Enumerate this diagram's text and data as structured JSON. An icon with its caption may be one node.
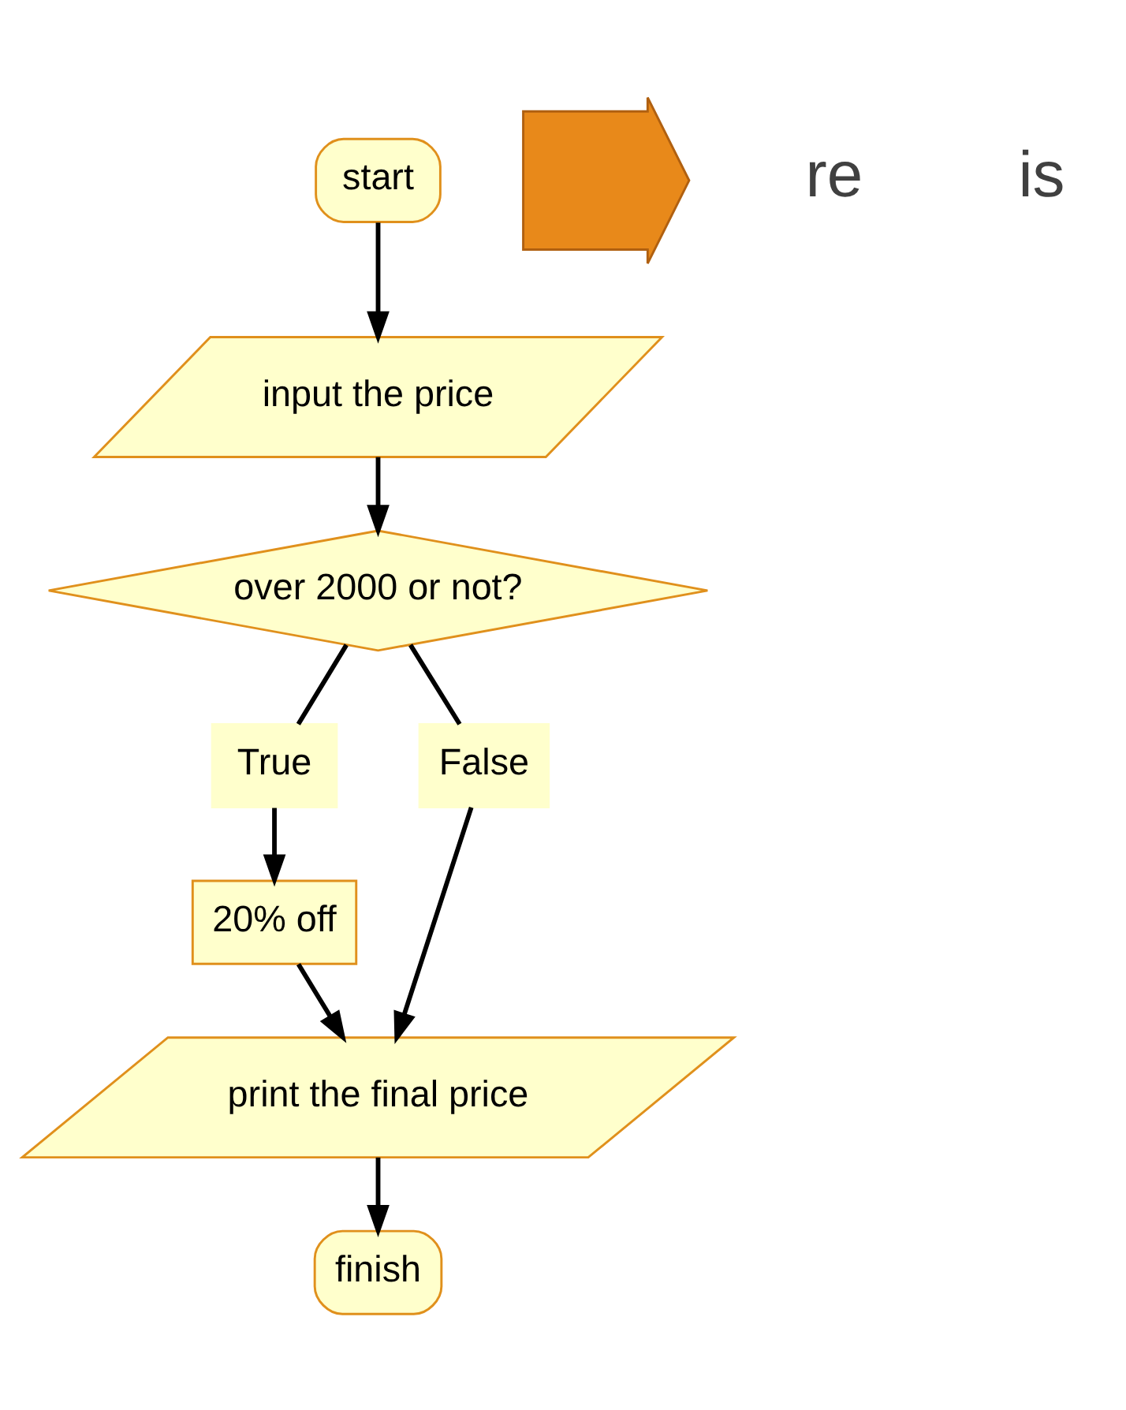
{
  "diagram": {
    "nodes": [
      {
        "text": [
          "start"
        ]
      },
      {
        "text": [
          "input the price"
        ]
      },
      {
        "text": [
          "over 2000 or not?"
        ]
      },
      {
        "text": [
          "True"
        ]
      },
      {
        "text": [
          "False"
        ]
      },
      {
        "text": [
          "20% off"
        ]
      },
      {
        "text": [
          "print the final price"
        ]
      },
      {
        "text": [
          "finish"
        ]
      },
      {
        "text": [],
        "shape": "arrow"
      }
    ],
    "edges": [
      {
        "from": 0,
        "to": 1,
        "arrow": "to"
      },
      {
        "from": 1,
        "to": 2,
        "arrow": "to"
      },
      {
        "from": 2,
        "to": 3,
        "arrow": "none"
      },
      {
        "from": 3,
        "to": 5,
        "arrow": "to"
      },
      {
        "from": 2,
        "to": 4,
        "arrow": "none"
      },
      {
        "from": 4,
        "to": 6,
        "arrow": "to"
      },
      {
        "from": 5,
        "to": 6,
        "arrow": "to"
      },
      {
        "from": 6,
        "to": 7,
        "arrow": "to"
      }
    ],
    "labels": [
      "re",
      "is"
    ]
  }
}
